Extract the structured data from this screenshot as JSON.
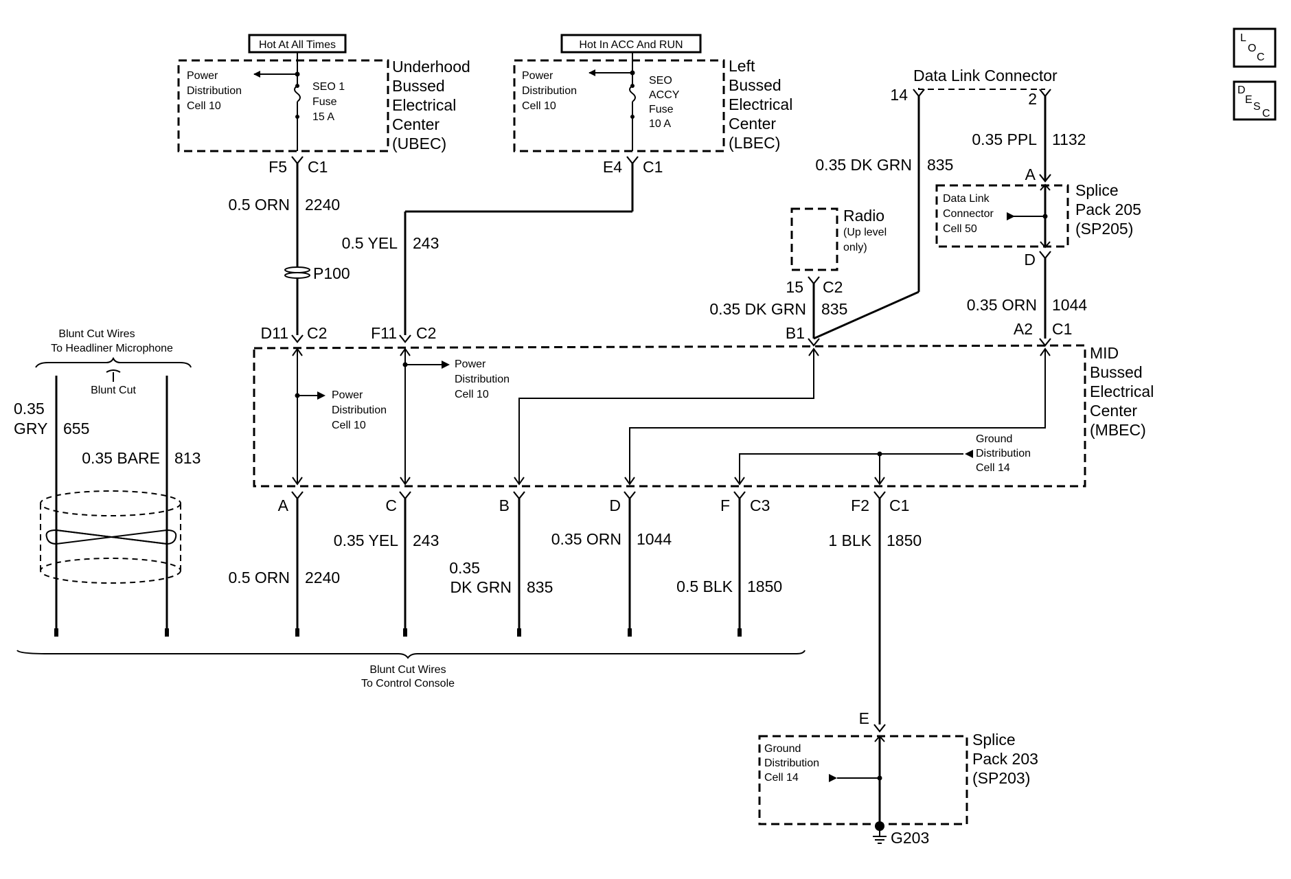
{
  "header": {
    "hot_all_times": "Hot At All Times",
    "hot_acc_run": "Hot In ACC And RUN"
  },
  "buttons": {
    "loc": {
      "l1": "L",
      "l2": "O",
      "l3": "C"
    },
    "desc": {
      "l1": "D",
      "l2": "E",
      "l3": "S",
      "l4": "C"
    }
  },
  "ubec": {
    "name": [
      "Underhood",
      "Bussed",
      "Electrical",
      "Center",
      "(UBEC)"
    ],
    "cell": [
      "Power",
      "Distribution",
      "Cell 10"
    ],
    "fuse": [
      "SEO 1",
      "Fuse",
      "15 A"
    ],
    "pin": "F5",
    "conn": "C1"
  },
  "lbec": {
    "name": [
      "Left",
      "Bussed",
      "Electrical",
      "Center",
      "(LBEC)"
    ],
    "cell": [
      "Power",
      "Distribution",
      "Cell 10"
    ],
    "fuse": [
      "SEO",
      "ACCY",
      "Fuse",
      "10 A"
    ],
    "pin": "E4",
    "conn": "C1"
  },
  "dlc": {
    "name": "Data Link Connector",
    "pin14": "14",
    "pin2": "2",
    "wire_left": {
      "gauge": "0.35 DK GRN",
      "circuit": "835"
    },
    "wire_right": {
      "gauge": "0.35 PPL",
      "circuit": "1132"
    }
  },
  "sp205": {
    "name": [
      "Splice",
      "Pack 205",
      "(SP205)"
    ],
    "cell": [
      "Data Link",
      "Connector",
      "Cell 50"
    ],
    "pin_a": "A",
    "pin_d": "D"
  },
  "radio": {
    "name": "Radio",
    "note": [
      "(Up level",
      "only)"
    ],
    "pin": "15",
    "conn": "C2"
  },
  "wires_upper": {
    "orn2240": {
      "gauge": "0.5 ORN",
      "circuit": "2240"
    },
    "yel243": {
      "gauge": "0.5 YEL",
      "circuit": "243"
    },
    "radio835": {
      "gauge": "0.35 DK GRN",
      "circuit": "835"
    },
    "orn1044": {
      "gauge": "0.35 ORN",
      "circuit": "1044"
    }
  },
  "p100": "P100",
  "mbec": {
    "name": [
      "MID",
      "Bussed",
      "Electrical",
      "Center",
      "(MBEC)"
    ],
    "top_pins": {
      "d11": "D11",
      "c2a": "C2",
      "f11": "F11",
      "c2b": "C2",
      "b1": "B1",
      "a2": "A2",
      "c1": "C1"
    },
    "bottom_pins": {
      "a": "A",
      "c": "C",
      "b": "B",
      "d": "D",
      "f": "F",
      "c3": "C3",
      "f2": "F2",
      "c1": "C1"
    },
    "cell_left": [
      "Power",
      "Distribution",
      "Cell 10"
    ],
    "cell_mid": [
      "Power",
      "Distribution",
      "Cell 10"
    ],
    "ground_cell": [
      "Ground",
      "Distribution",
      "Cell 14"
    ]
  },
  "wires_lower": {
    "orn2240": {
      "gauge": "0.5 ORN",
      "circuit": "2240"
    },
    "yel243": {
      "gauge": "0.35 YEL",
      "circuit": "243"
    },
    "grn835": {
      "gauge1": "0.35",
      "gauge2": "DK GRN",
      "circuit": "835"
    },
    "orn1044": {
      "gauge": "0.35 ORN",
      "circuit": "1044"
    },
    "blk1850": {
      "gauge": "0.5 BLK",
      "circuit": "1850"
    },
    "blk1850b": {
      "gauge": "1 BLK",
      "circuit": "1850"
    }
  },
  "headliner": {
    "title": [
      "Blunt Cut Wires",
      "To Headliner Microphone"
    ],
    "blunt_cut": "Blunt Cut",
    "gry": {
      "gauge1": "0.35",
      "gauge2": "GRY",
      "circuit": "655"
    },
    "bare": {
      "gauge": "0.35 BARE",
      "circuit": "813"
    }
  },
  "console": [
    "Blunt Cut Wires",
    "To Control Console"
  ],
  "sp203": {
    "name": [
      "Splice",
      "Pack 203",
      "(SP203)"
    ],
    "cell": [
      "Ground",
      "Distribution",
      "Cell 14"
    ],
    "pin_e": "E",
    "ground": "G203"
  }
}
